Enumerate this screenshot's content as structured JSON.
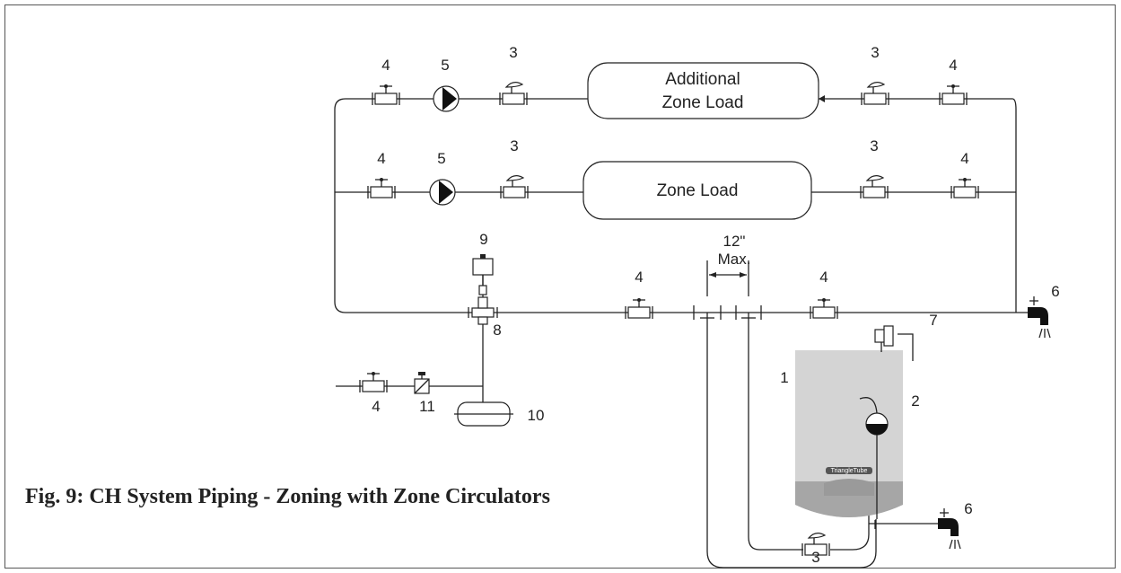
{
  "caption": "Fig. 9: CH System Piping - Zoning with Zone Circulators",
  "loads": {
    "additional_line1": "Additional",
    "additional_line2": "Zone Load",
    "zone": "Zone Load"
  },
  "dimension": {
    "line1": "12\"",
    "line2": "Max."
  },
  "boiler_brand": "TriangleTube",
  "labels": {
    "n1": "1",
    "n2": "2",
    "n3": "3",
    "n4": "4",
    "n5": "5",
    "n6": "6",
    "n7": "7",
    "n8": "8",
    "n9": "9",
    "n10": "10",
    "n11": "11"
  },
  "colors": {
    "boiler_body": "#d4d4d4",
    "boiler_base": "#a6a6a6",
    "line": "#222222"
  }
}
